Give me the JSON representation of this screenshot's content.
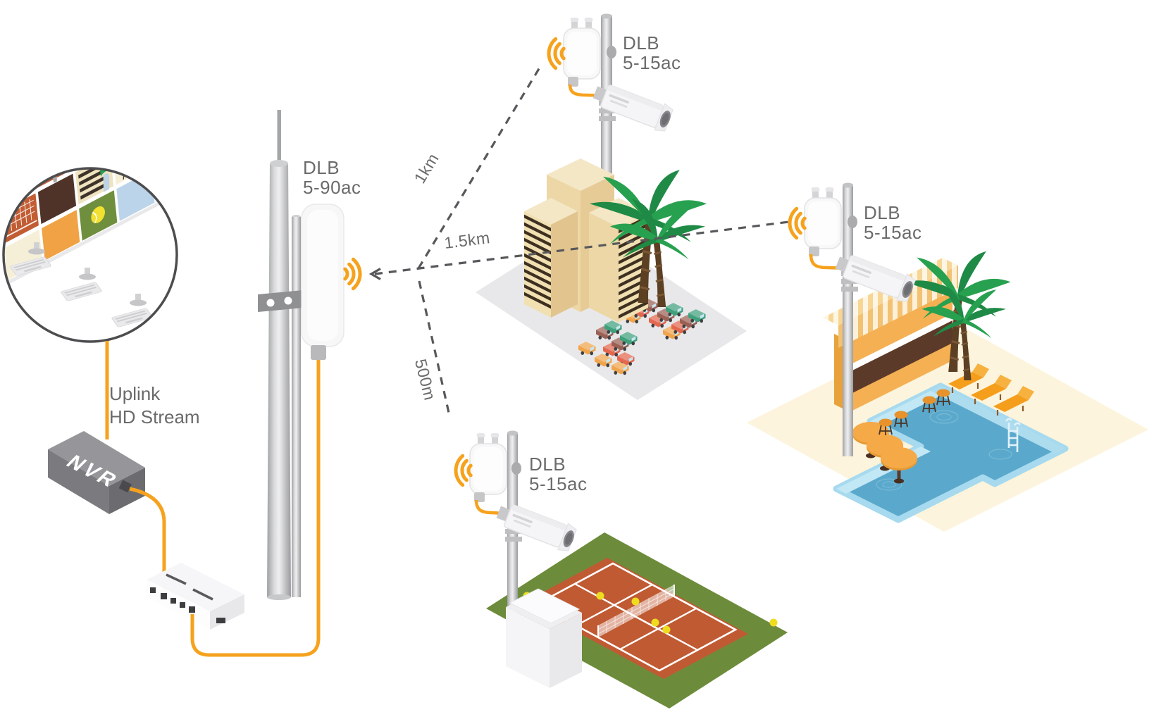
{
  "monitoring_room": {
    "uplink_label_line1": "Uplink",
    "uplink_label_line2": "HD Stream",
    "nvr_label": "NVR"
  },
  "base_station": {
    "name_line1": "DLB",
    "name_line2": "5-90ac"
  },
  "links": [
    {
      "distance_label": "1km"
    },
    {
      "distance_label": "1.5km"
    },
    {
      "distance_label": "500m"
    }
  ],
  "remote_sites": [
    {
      "name_line1": "DLB",
      "name_line2": "5-15ac"
    },
    {
      "name_line1": "DLB",
      "name_line2": "5-15ac"
    },
    {
      "name_line1": "DLB",
      "name_line2": "5-15ac"
    }
  ],
  "icons": {
    "wifi_signal": "wifi-signal-icon",
    "camera": "cctv-camera-icon",
    "antenna": "sector-antenna-icon"
  },
  "colors": {
    "accent_orange": "#F6A21D",
    "dashed_gray": "#57585B",
    "label_gray": "#6B6B6B",
    "building_tan": "#EDD7A6",
    "ground_gray": "#E8E8EA",
    "sand_cream": "#FCF4DC",
    "pool_blue": "#5AA9CC",
    "pool_rim": "#A7DAEF",
    "court_clay": "#C05A33",
    "grass_green": "#6D8C3B",
    "palm_green": "#1F8A46",
    "device_white": "#F8F8F9",
    "nvr_gray": "#8A8A8E"
  }
}
